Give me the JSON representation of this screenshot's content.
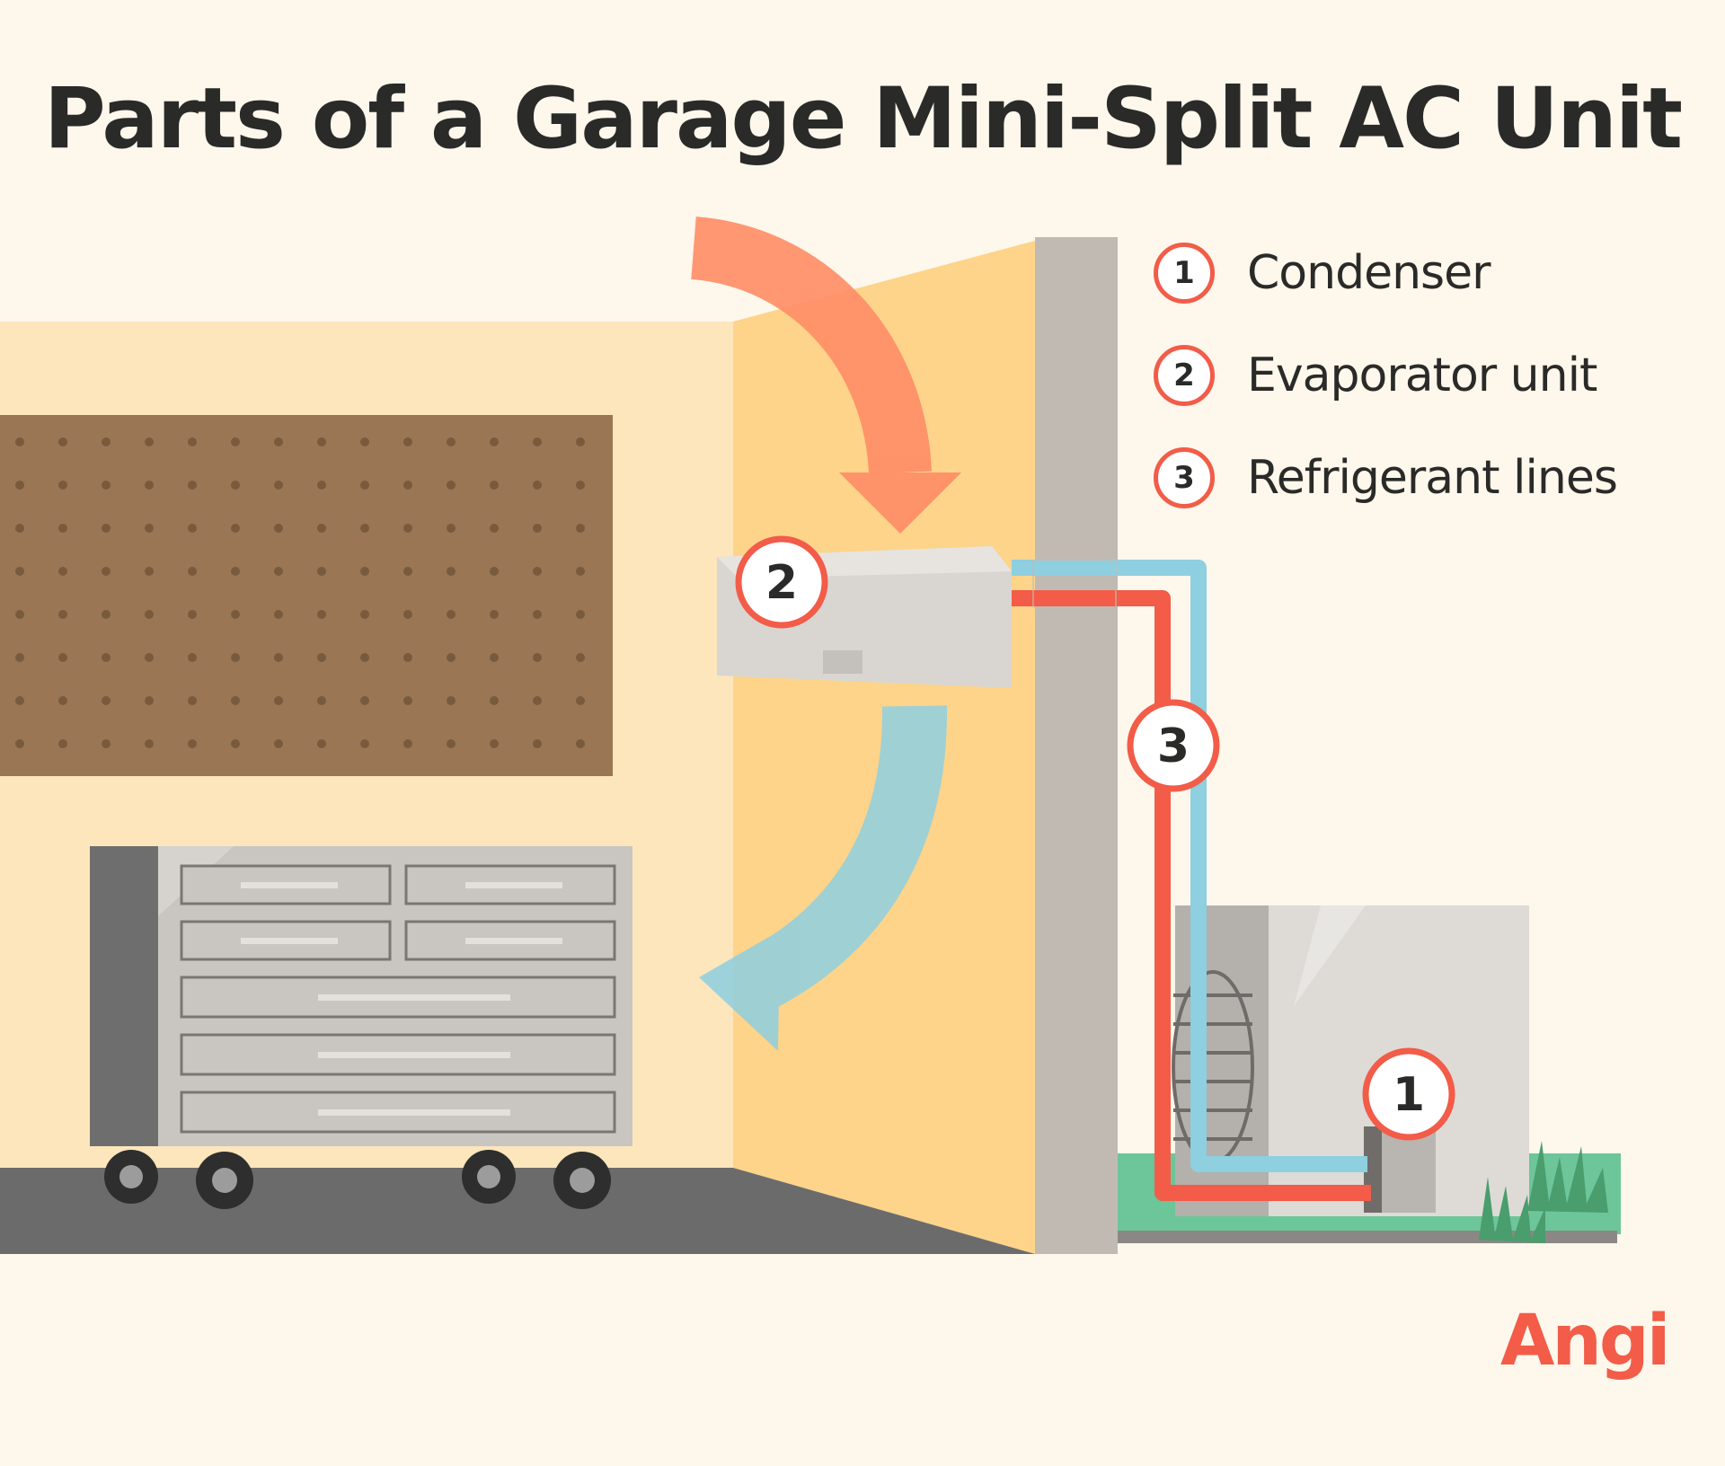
{
  "title": "Parts of a Garage Mini-Split AC Unit",
  "legend": [
    {
      "number": "1",
      "label": "Condenser"
    },
    {
      "number": "2",
      "label": "Evaporator unit"
    },
    {
      "number": "3",
      "label": "Refrigerant lines"
    }
  ],
  "callouts": {
    "evaporator": "2",
    "refrigerant": "3",
    "condenser": "1"
  },
  "brand": "Angi",
  "colors": {
    "background": "#fdf7ec",
    "wall": "#fde6bc",
    "accent": "#f25c48",
    "cool": "#8ecfe0",
    "warm": "#ff8c66",
    "grass": "#6dc59a",
    "pegboard": "#9a7654",
    "floor": "#6b6b6b"
  }
}
